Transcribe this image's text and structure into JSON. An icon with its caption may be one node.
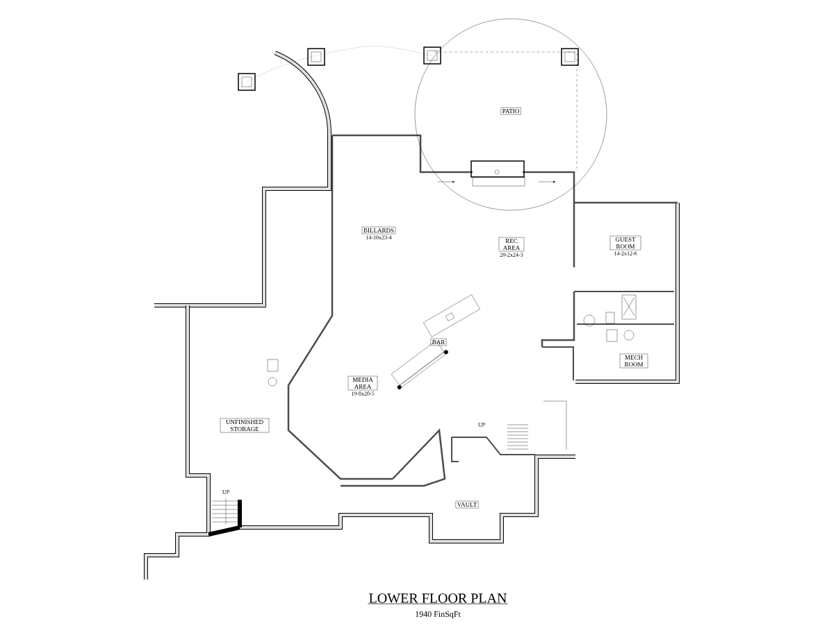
{
  "diagram": {
    "title": "LOWER FLOOR PLAN",
    "caption": "1940 FinSqFt",
    "nodes": [
      {
        "text": [
          "PATIO"
        ]
      },
      {
        "text": [
          "BILLARDS",
          "14-10x23-4"
        ]
      },
      {
        "text": [
          "REC AREA",
          "20-2x24-3"
        ]
      },
      {
        "text": [
          "GUEST ROOM",
          "14-2x12-6"
        ]
      },
      {
        "text": [
          "BAR"
        ]
      },
      {
        "text": [
          "MECH ROOM"
        ]
      },
      {
        "text": [
          "MEDIA AREA",
          "19-8x20-5"
        ]
      },
      {
        "text": [
          "UNFINISHED STORAGE"
        ]
      },
      {
        "text": [
          "VAULT"
        ]
      }
    ],
    "edges": [],
    "labels": [
      "UP",
      "UP"
    ]
  }
}
